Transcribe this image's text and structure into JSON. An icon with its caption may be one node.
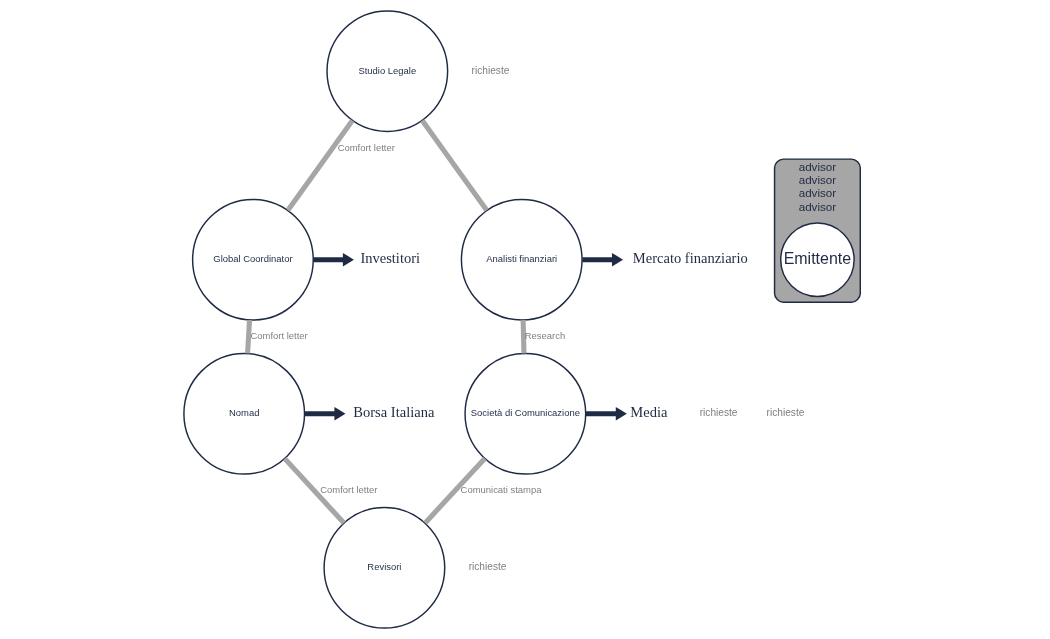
{
  "diagram": {
    "nodes": [
      {
        "text": [
          "Studio Legale"
        ]
      },
      {
        "text": [
          "Analisti finanziari"
        ]
      },
      {
        "text": [
          "Global Coordinator"
        ]
      },
      {
        "text": [
          "advisor",
          "advisor",
          "advisor",
          "advisor"
        ]
      },
      {
        "text": [
          "Emittente"
        ],
        "in": 3
      },
      {
        "text": [
          "Società di Comunicazione"
        ]
      },
      {
        "text": [
          "Nomad"
        ]
      },
      {
        "text": [
          "Revisori"
        ]
      },
      {
        "text": [
          "Mercato finanziario"
        ]
      },
      {
        "text": [
          "Investitori"
        ]
      },
      {
        "text": [
          "Media"
        ]
      },
      {
        "text": [
          "Borsa Italiana"
        ]
      }
    ],
    "edges": [
      {
        "from": 0,
        "to": 2,
        "arrow": "none",
        "label": "Comfort letter"
      },
      {
        "from": 2,
        "to": 6,
        "arrow": "none",
        "label": "Comfort letter"
      },
      {
        "from": 6,
        "to": 7,
        "arrow": "none",
        "label": "Comfort letter"
      },
      {
        "from": 7,
        "to": 5,
        "arrow": "none",
        "label": "Comunicati stampa"
      },
      {
        "from": 5,
        "to": 1,
        "arrow": "none",
        "label": "Research"
      },
      {
        "from": 1,
        "to": 0,
        "arrow": "none"
      },
      {
        "from": 1,
        "to": 8,
        "arrow": "to",
        "color": "#1f2a44"
      },
      {
        "from": 2,
        "to": 9,
        "arrow": "to",
        "color": "#1f2a44"
      },
      {
        "from": 5,
        "to": 10,
        "arrow": "to",
        "color": "#1f2a44"
      },
      {
        "from": 6,
        "to": 11,
        "arrow": "to",
        "color": "#1f2a44"
      }
    ],
    "labels": [
      "richieste",
      "richieste",
      "richieste",
      "richieste"
    ]
  }
}
